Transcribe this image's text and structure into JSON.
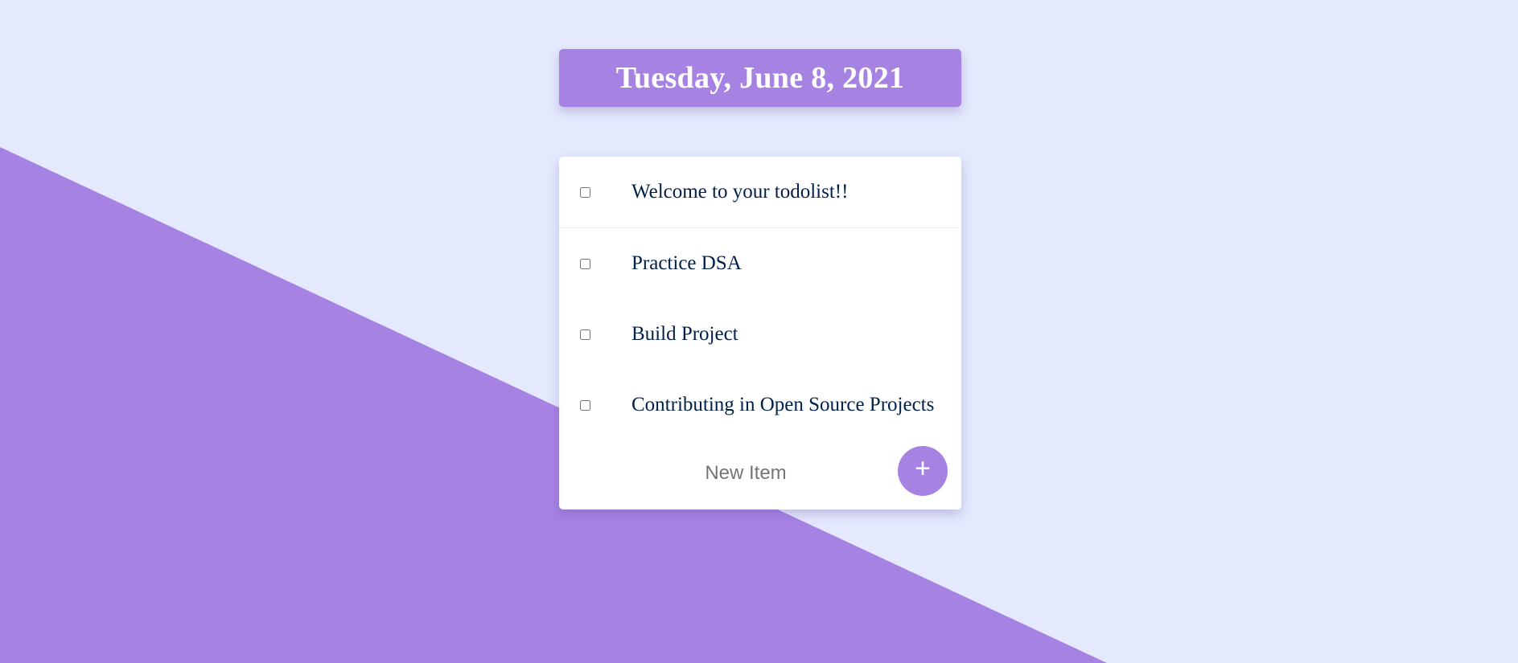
{
  "colors": {
    "background": "#E4E9FD",
    "accent": "#A683E3",
    "card": "#FFFFFF",
    "item_text": "#00204A"
  },
  "header": {
    "title": "Tuesday, June 8, 2021"
  },
  "todo_list": {
    "items": [
      {
        "label": "Welcome to your todolist!!",
        "checked": false
      },
      {
        "label": "Practice DSA",
        "checked": false
      },
      {
        "label": "Build Project",
        "checked": false
      },
      {
        "label": "Contributing in Open Source Projects",
        "checked": false
      }
    ]
  },
  "new_item": {
    "placeholder": "New Item",
    "value": "",
    "add_button_label": "+",
    "add_button_icon": "plus-icon"
  }
}
